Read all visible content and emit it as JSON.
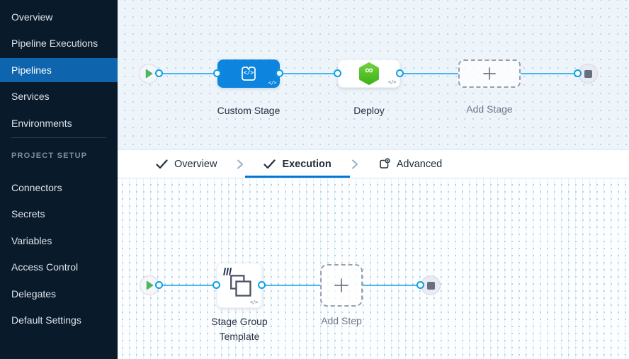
{
  "sidebar": {
    "items": [
      {
        "label": "Overview",
        "active": false
      },
      {
        "label": "Pipeline Executions",
        "active": false
      },
      {
        "label": "Pipelines",
        "active": true
      },
      {
        "label": "Services",
        "active": false
      },
      {
        "label": "Environments",
        "active": false
      }
    ],
    "section_label": "PROJECT SETUP",
    "setup_items": [
      {
        "label": "Connectors"
      },
      {
        "label": "Secrets"
      },
      {
        "label": "Variables"
      },
      {
        "label": "Access Control"
      },
      {
        "label": "Delegates"
      },
      {
        "label": "Default Settings"
      }
    ]
  },
  "stage_pipeline": {
    "custom_stage": {
      "label": "Custom Stage"
    },
    "deploy": {
      "label": "Deploy"
    },
    "add_stage": {
      "label": "Add Stage"
    }
  },
  "tab_bar": {
    "tabs": [
      {
        "label": "Overview",
        "icon": "check-icon",
        "active": false
      },
      {
        "label": "Execution",
        "icon": "check-icon",
        "active": true
      },
      {
        "label": "Advanced",
        "icon": "advanced-icon",
        "active": false
      }
    ]
  },
  "execution_pipeline": {
    "stage_group": {
      "label": "Stage Group Template"
    },
    "add_step": {
      "label": "Add Step"
    }
  },
  "glyphs": {
    "code": "</>",
    "infinity": "∞"
  },
  "colors": {
    "sidebar_bg": "#091a2b",
    "sidebar_active_bg": "#0f65ad",
    "accent_blue": "#0278d5",
    "node_blue": "#0d84de",
    "edge_blue": "#47b8ef",
    "port_blue": "#0a9fe6",
    "play_green": "#4fb65f",
    "deploy_green_light": "#6ed13c",
    "deploy_green_dark": "#3fb318",
    "canvas_top_bg": "#edf4fa",
    "canvas_bottom_bg": "#fdfeff"
  }
}
